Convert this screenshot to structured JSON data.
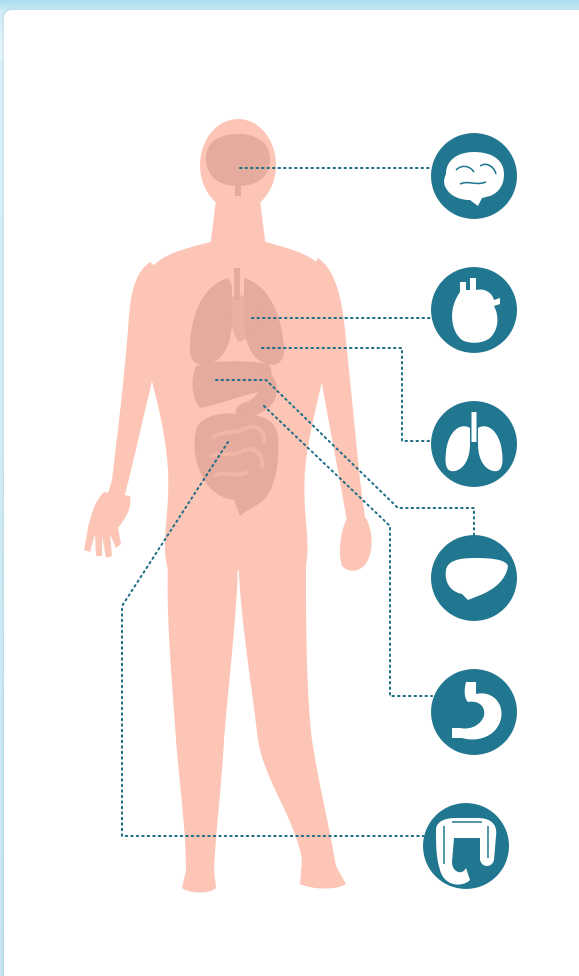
{
  "colors": {
    "background_top": "#a9dcee",
    "card": "#ffffff",
    "body_silhouette": "#fcc5b6",
    "organ_shading": "#e2a79b",
    "connector_line": "#1f6f86",
    "icon_circle": "#227790",
    "icon_glyph": "#ffffff"
  },
  "organ_icons": [
    {
      "name": "brain",
      "icon": "brain-icon"
    },
    {
      "name": "heart",
      "icon": "heart-icon"
    },
    {
      "name": "lungs",
      "icon": "lungs-icon"
    },
    {
      "name": "liver",
      "icon": "liver-icon"
    },
    {
      "name": "stomach",
      "icon": "stomach-icon"
    },
    {
      "name": "intestines",
      "icon": "intestines-icon"
    }
  ]
}
